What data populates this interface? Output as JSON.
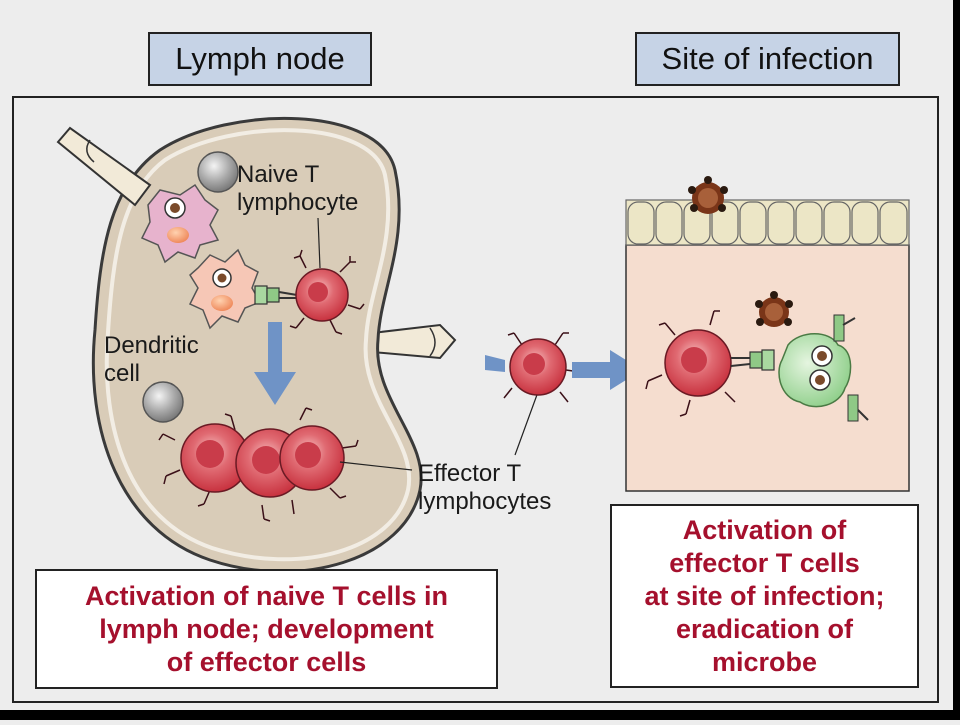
{
  "titles": {
    "left": "Lymph node",
    "right": "Site of infection"
  },
  "labels": {
    "naive_t": [
      "Naive T",
      "lymphocyte"
    ],
    "dendritic": [
      "Dendritic",
      "cell"
    ],
    "effector_t": [
      "Effector T",
      "lymphocytes"
    ]
  },
  "captions": {
    "left": [
      "Activation of naive T cells in",
      "lymph node; development",
      "of effector cells"
    ],
    "right": [
      "Activation of",
      "effector T cells",
      "at site of infection;",
      "eradication of",
      "microbe"
    ]
  },
  "colors": {
    "title_fill": "#c6d3e6",
    "caption_text": "#a5102d",
    "node_fill": "#d9ccb8",
    "tissue_fill": "#f5ddcf",
    "t_cell": "#dc4b58",
    "arrow_blue": "#6f93c6"
  }
}
